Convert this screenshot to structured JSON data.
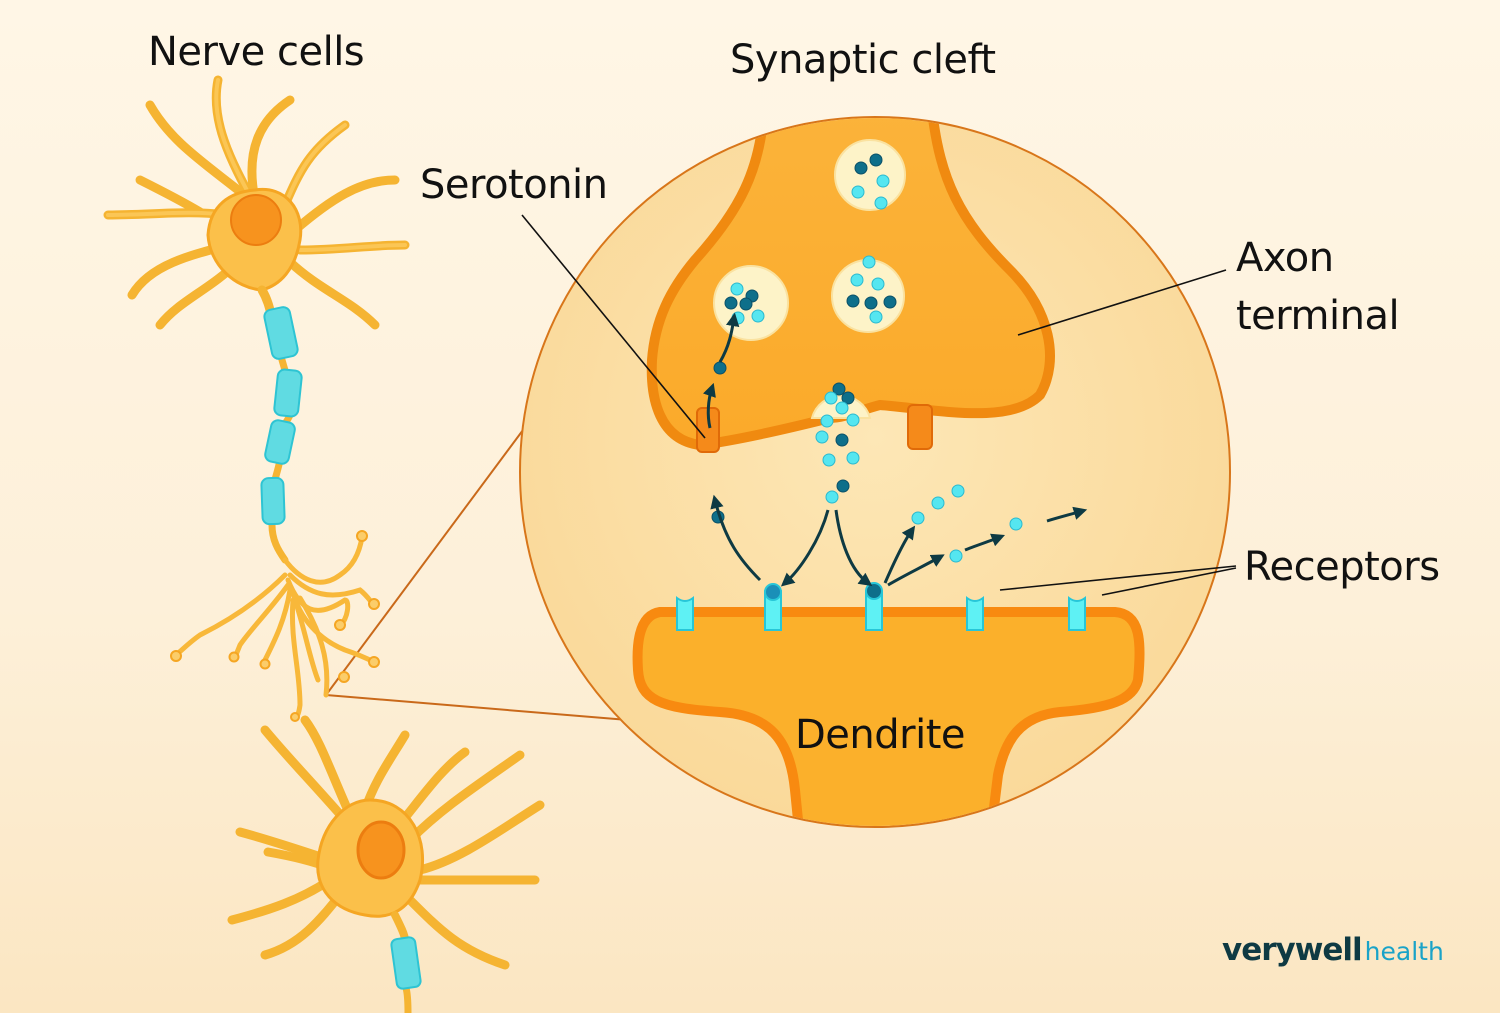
{
  "labels": {
    "nerve_cells": "Nerve cells",
    "synaptic_cleft": "Synaptic cleft",
    "serotonin": "Serotonin",
    "axon_terminal_line1": "Axon",
    "axon_terminal_line2": "terminal",
    "receptors": "Receptors",
    "dendrite": "Dendrite"
  },
  "brand": {
    "primary": "verywell",
    "secondary": "health"
  },
  "icons": {
    "neuron": "neuron-cell-icon",
    "myelin": "myelin-sheath-icon",
    "vesicle": "vesicle-icon",
    "serotonin_molecule": "serotonin-molecule-icon",
    "receptor": "receptor-icon",
    "arrow": "arrow-icon"
  },
  "colors": {
    "background": "#fff6e6",
    "cell_fill": "#fbc04a",
    "cell_outline": "#f08a10",
    "nucleus": "#f7931e",
    "myelin": "#4fd6e0",
    "zoom_circle": "#fbe0a8",
    "zoom_outline": "#d8761a",
    "molecule_light": "#55e6f0",
    "molecule_dark": "#0e6f8a",
    "arrow": "#0e3a43",
    "brand_dark": "#0e3a43",
    "brand_light": "#1aa3c8"
  },
  "counts": {
    "vesicles": 4,
    "receptors": 5,
    "reuptake_channels": 2,
    "myelin_segments_upper": 4
  }
}
